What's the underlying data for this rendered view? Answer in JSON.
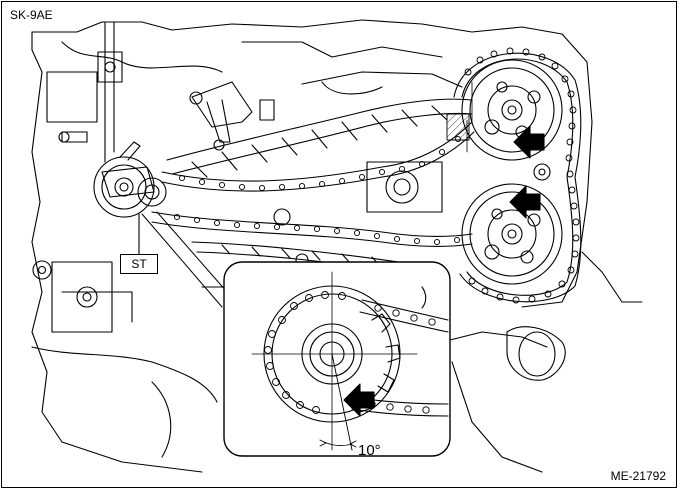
{
  "figure": {
    "code_top_left": "SK-9AE",
    "code_bottom_right": "ME-21792",
    "tool_label": "ST",
    "angle_label": "10°"
  },
  "icons": {
    "arrows": [
      "arrow-cam-upper",
      "arrow-cam-lower",
      "arrow-detail"
    ]
  },
  "colors": {
    "line": "#000000",
    "background": "#ffffff"
  }
}
